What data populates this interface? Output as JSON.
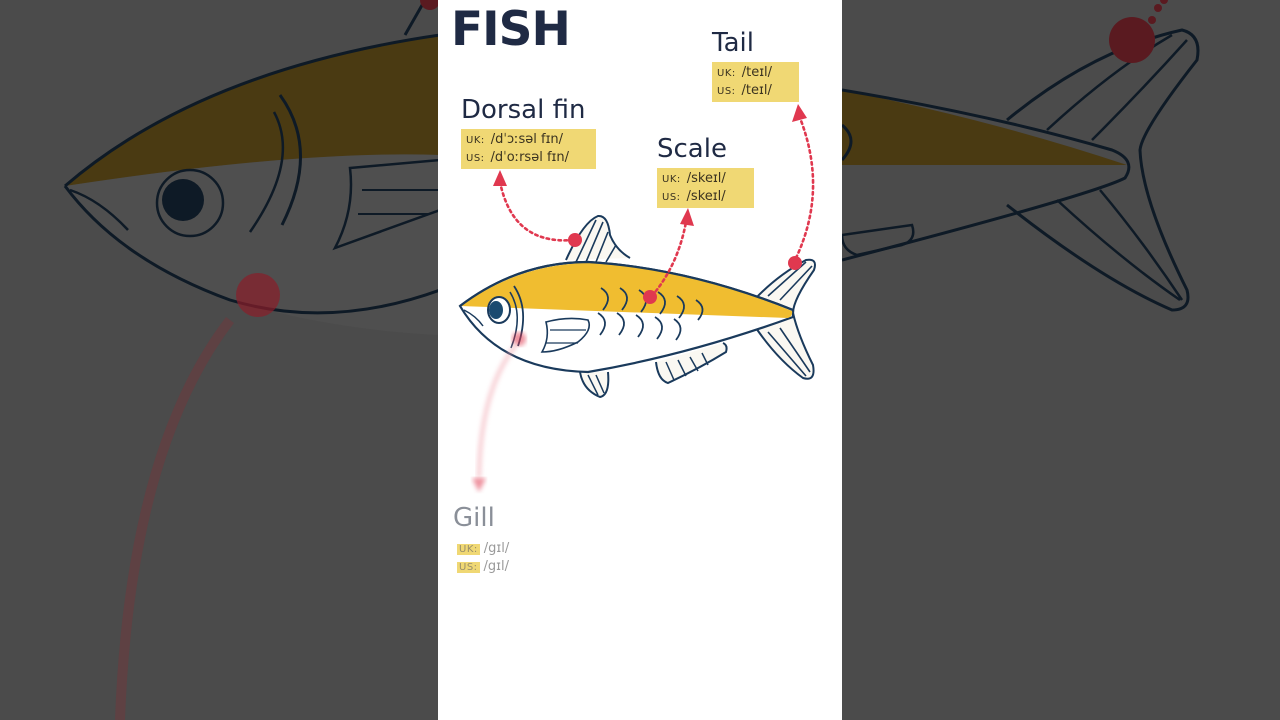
{
  "title": "FISH",
  "colors": {
    "title": "#1f2a44",
    "label_bg": "#f0d874",
    "fish_yellow": "#f0bd30",
    "outline": "#1a3a5c",
    "marker": "#e0384f",
    "backdrop": "#4b4b4b"
  },
  "terms": [
    {
      "name": "Dorsal fin",
      "uk_label": "UK:",
      "uk": "/dˈɔːsəl fɪn/",
      "us_label": "US:",
      "us": "/dˈoːrsəl fɪn/"
    },
    {
      "name": "Scale",
      "uk_label": "UK:",
      "uk": "/skeɪl/",
      "us_label": "US:",
      "us": "/skeɪl/"
    },
    {
      "name": "Tail",
      "uk_label": "UK:",
      "uk": "/teɪl/",
      "us_label": "US:",
      "us": "/teɪl/"
    },
    {
      "name": "Gill",
      "uk_label": "UK:",
      "uk": "/gɪl/",
      "us_label": "US:",
      "us": "/gɪl/"
    }
  ]
}
